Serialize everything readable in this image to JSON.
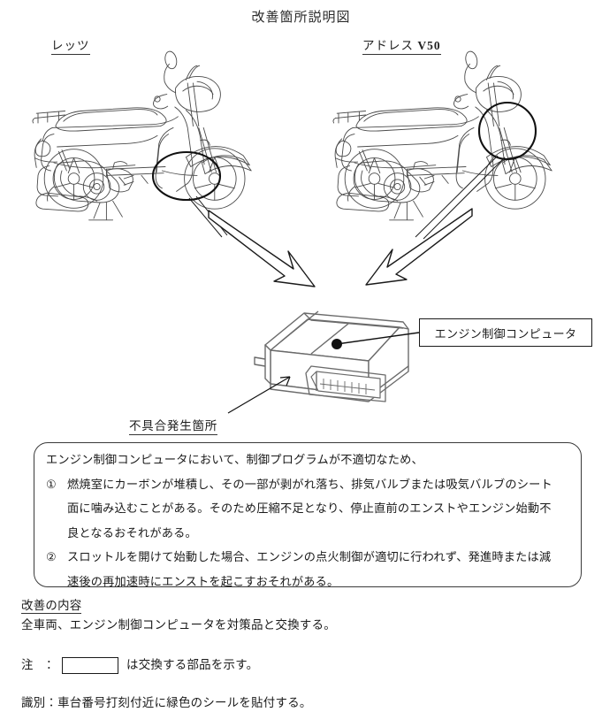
{
  "document": {
    "title": "改善箇所説明図"
  },
  "vehicles": [
    {
      "id": "lets",
      "label": "レッツ",
      "model": ""
    },
    {
      "id": "address-v50",
      "label": "アドレス ",
      "model": "V50"
    }
  ],
  "callouts": {
    "ecu_box_label": "エンジン制御コンピュータ",
    "fault_location_label": "不具合発生箇所"
  },
  "description": {
    "intro": "エンジン制御コンピュータにおいて、制御プログラムが不適切なため、",
    "items": [
      {
        "marker": "①",
        "lines": [
          "燃焼室にカーボンが堆積し、その一部が剥がれ落ち、排気バルブまたは吸気バルブのシート",
          "面に噛み込むことがある。そのため圧縮不足となり、停止直前のエンストやエンジン始動不",
          "良となるおそれがある。"
        ]
      },
      {
        "marker": "②",
        "lines": [
          "スロットルを開けて始動した場合、エンジンの点火制御が適切に行われず、発進時または減",
          "速後の再加速時にエンストを起こすおそれがある。"
        ]
      }
    ]
  },
  "improvement": {
    "heading": "改善の内容",
    "body": "全車両、エンジン制御コンピュータを対策品と交換する。"
  },
  "note": {
    "key": "注",
    "colon": "：",
    "text": "は交換する部品を示す。"
  },
  "identification": {
    "text": "識別：車台番号打刻付近に緑色のシールを貼付する。"
  }
}
